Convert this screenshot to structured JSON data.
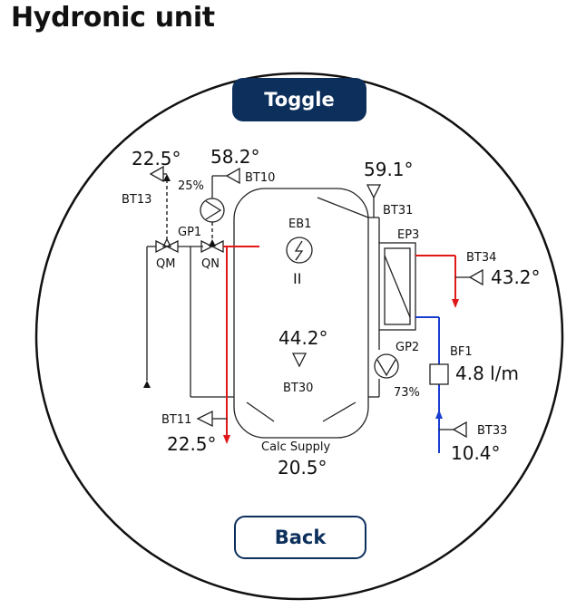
{
  "page": {
    "title": "Hydronic unit"
  },
  "buttons": {
    "toggle_label": "Toggle",
    "back_label": "Back"
  },
  "sensors": {
    "bt13": {
      "name": "BT13",
      "value": "22.5°"
    },
    "bt10": {
      "name": "BT10",
      "value": "58.2°"
    },
    "bt31": {
      "name": "BT31",
      "value": "59.1°"
    },
    "bt34": {
      "name": "BT34",
      "value": "43.2°"
    },
    "bt30": {
      "name": "BT30",
      "value": "44.2°"
    },
    "bt11": {
      "name": "BT11",
      "value": "22.5°"
    },
    "bt33": {
      "name": "BT33",
      "value": "10.4°"
    }
  },
  "pumps": {
    "gp1": {
      "name": "GP1",
      "speed": "25%"
    },
    "gp2": {
      "name": "GP2",
      "speed": "73%"
    }
  },
  "valves": {
    "qm": "QM",
    "qn": "QN"
  },
  "components": {
    "eb1": "EB1",
    "eb1_step": "II",
    "ep3": "EP3",
    "bf1": {
      "name": "BF1",
      "value": "4.8 l/m"
    }
  },
  "calc_supply": {
    "label": "Calc Supply",
    "value": "20.5°"
  },
  "colors": {
    "accent": "#0c2f5c",
    "hot_line": "#e01818",
    "cold_line": "#1a3fd0"
  }
}
